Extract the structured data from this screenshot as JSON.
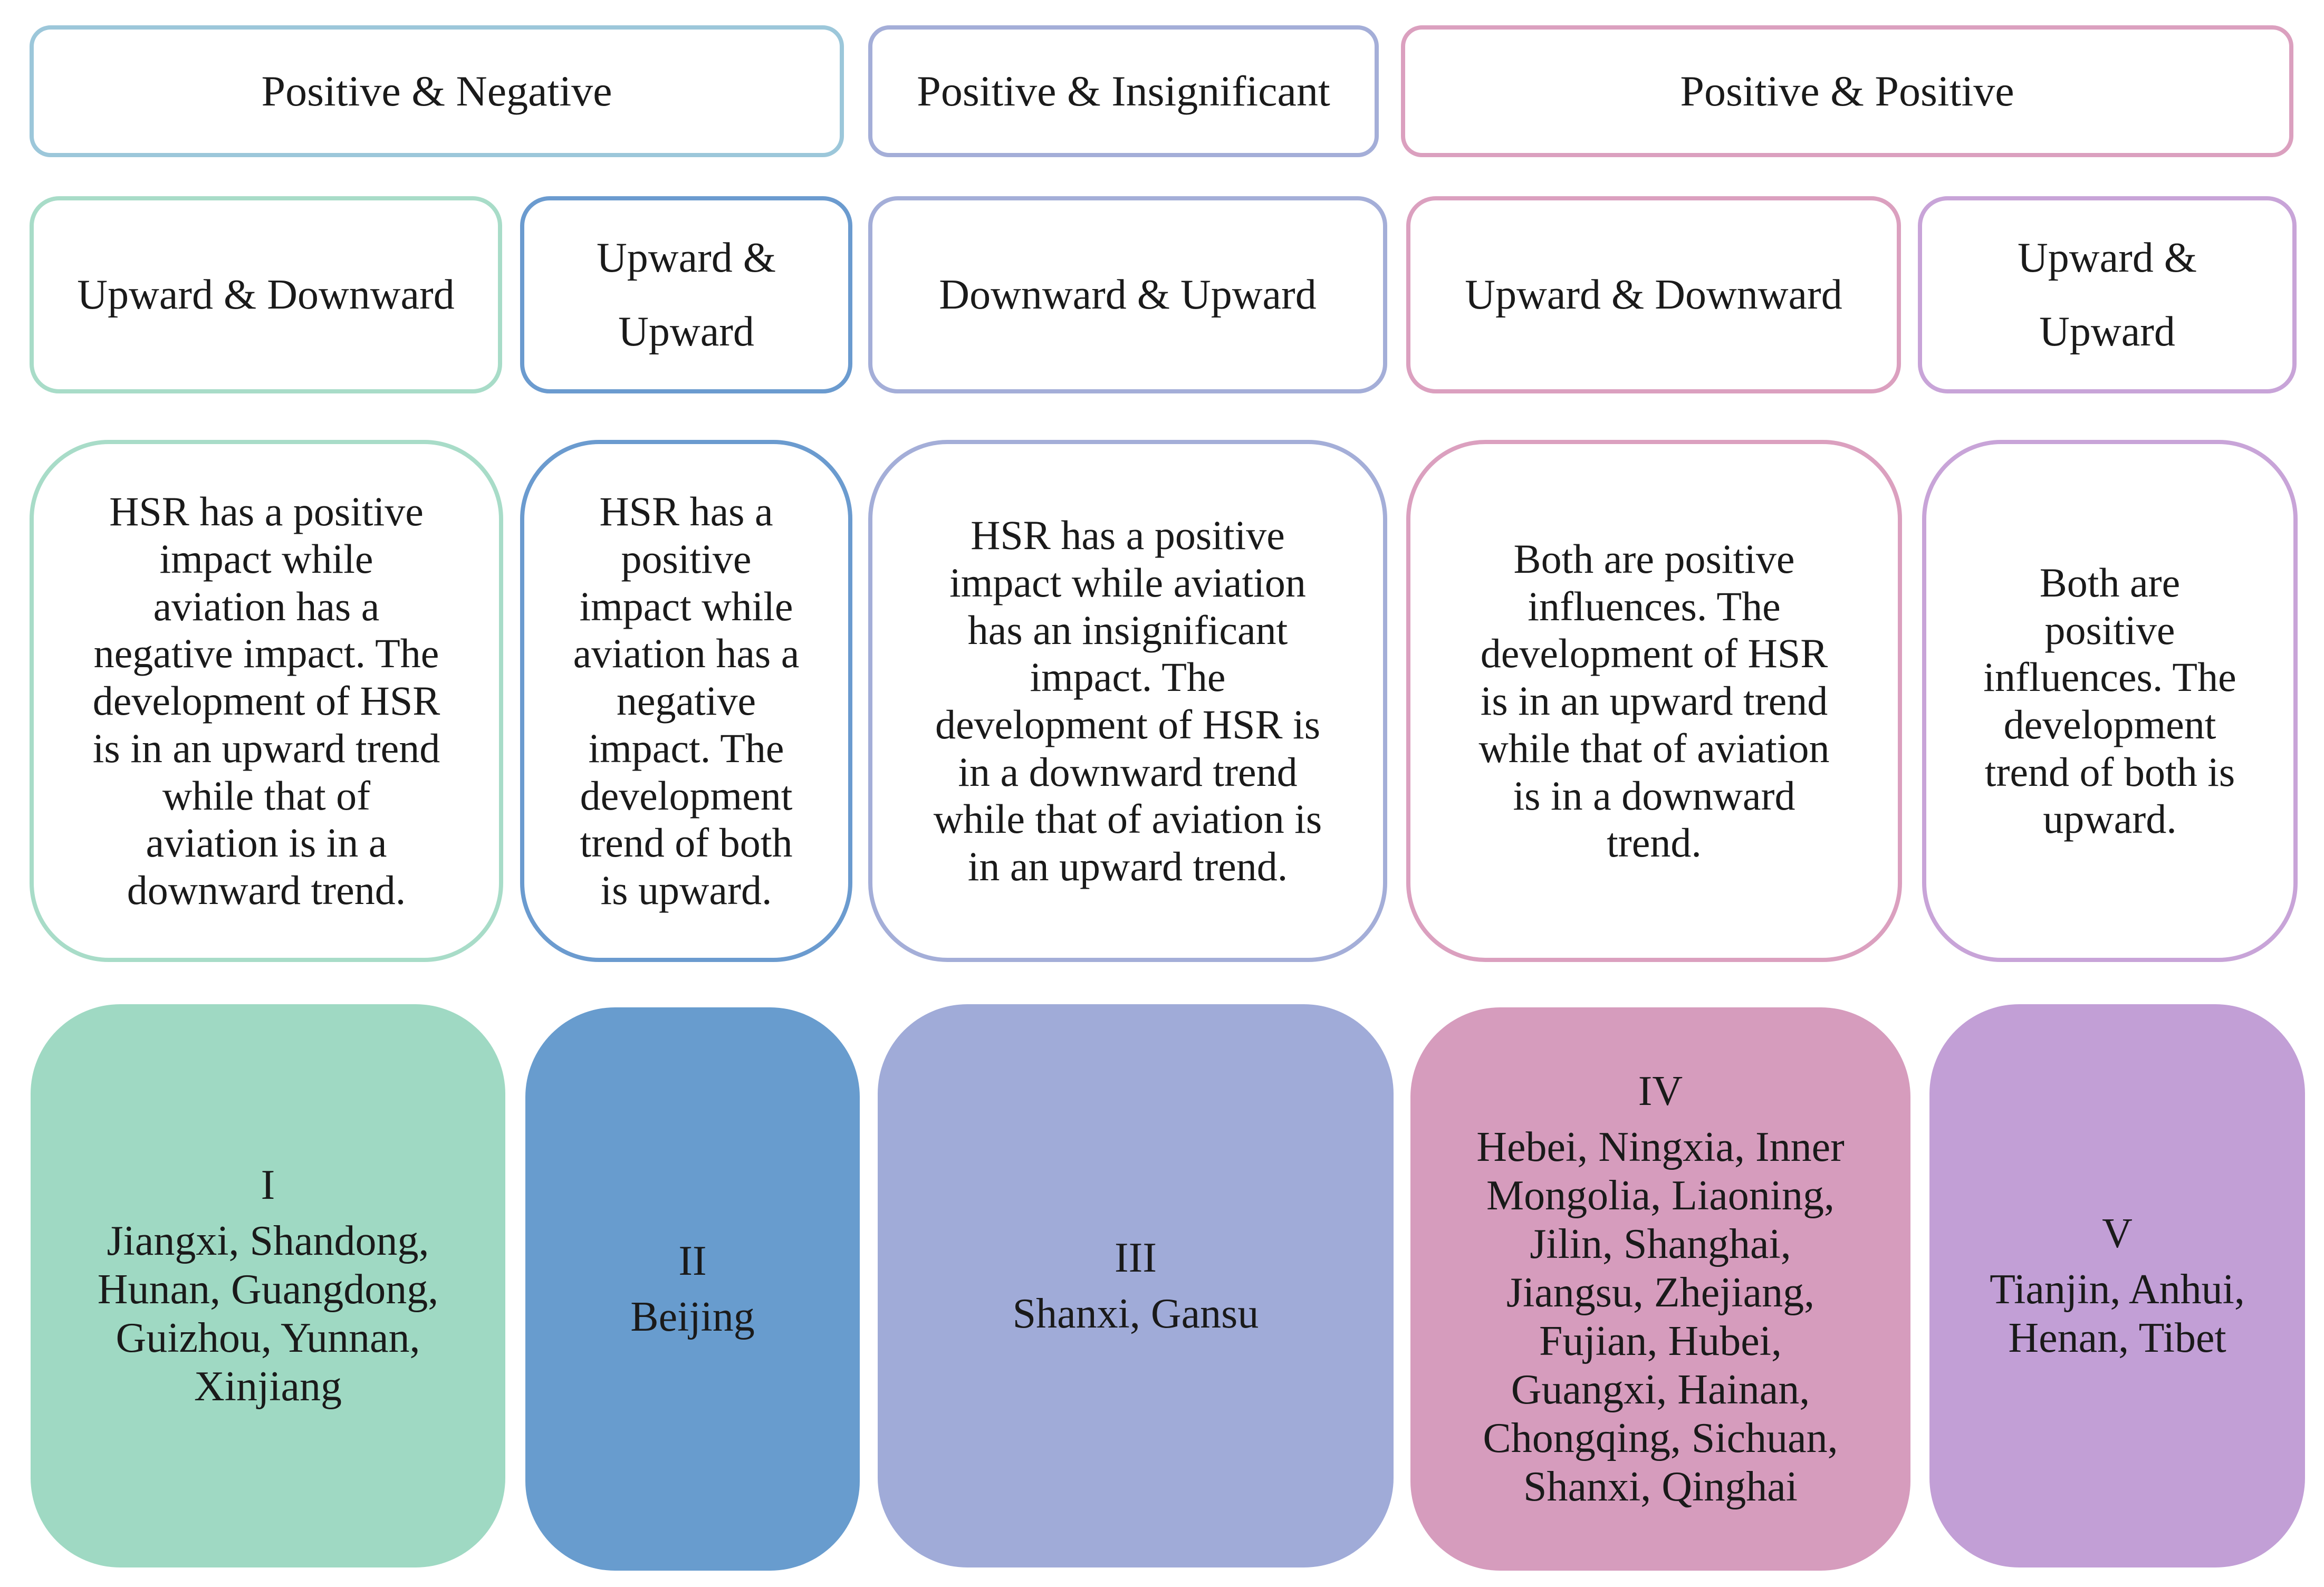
{
  "headers": [
    {
      "label": "Positive & Negative"
    },
    {
      "label": "Positive & Insignificant"
    },
    {
      "label": "Positive & Positive"
    }
  ],
  "trends": [
    {
      "label": "Upward & Downward"
    },
    {
      "label": "Upward & Upward"
    },
    {
      "label": "Downward & Upward"
    },
    {
      "label": "Upward & Downward"
    },
    {
      "label": "Upward & Upward"
    }
  ],
  "descriptions": [
    {
      "text": "HSR has a positive impact while aviation has a negative impact. The development of HSR is in an upward trend while that of aviation is in a downward trend."
    },
    {
      "text": "HSR has a positive impact while aviation has a negative impact. The development trend of both is upward."
    },
    {
      "text": "HSR has a positive impact while aviation has an insignificant impact. The development of HSR is in a downward trend while that of aviation is in an upward trend."
    },
    {
      "text": "Both are positive influences. The development of HSR is in an upward trend while that of aviation is in a downward trend."
    },
    {
      "text": "Both are positive influences. The development trend of both is upward."
    }
  ],
  "groups": [
    {
      "numeral": "I",
      "provinces": "Jiangxi, Shandong, Hunan, Guangdong, Guizhou, Yunnan, Xinjiang",
      "color": "#9fd9c3"
    },
    {
      "numeral": "II",
      "provinces": "Beijing",
      "color": "#689cce"
    },
    {
      "numeral": "III",
      "provinces": "Shanxi, Gansu",
      "color": "#a0abd8"
    },
    {
      "numeral": "IV",
      "provinces": "Hebei, Ningxia, Inner Mongolia, Liaoning, Jilin, Shanghai, Jiangsu, Zhejiang, Fujian, Hubei, Guangxi, Hainan, Chongqing, Sichuan, Shanxi, Qinghai",
      "color": "#d69cbd"
    },
    {
      "numeral": "V",
      "provinces": "Tianjin, Anhui, Henan, Tibet",
      "color": "#c29fd6"
    }
  ]
}
